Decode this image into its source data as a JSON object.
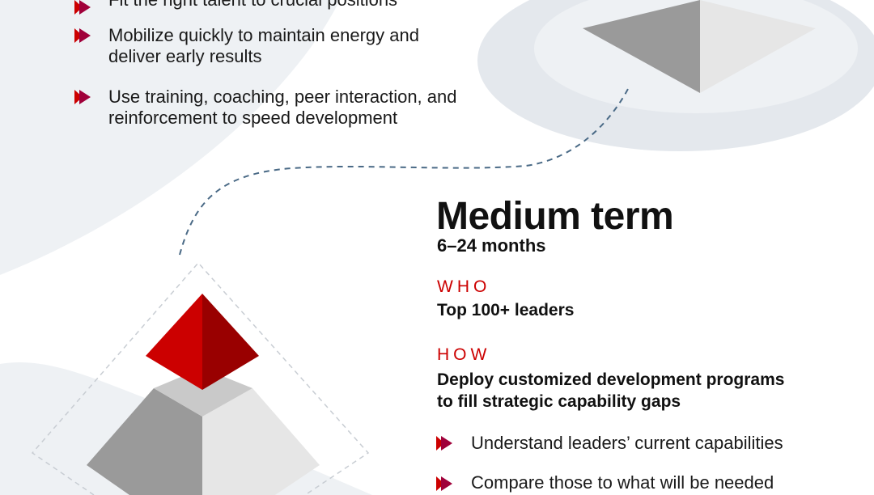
{
  "short_term_bullets": [
    "Fit the right talent to crucial positions",
    "Mobilize quickly to maintain energy and deliver early results",
    "Use training, coaching, peer interaction, and reinforcement to speed development"
  ],
  "medium_term": {
    "title": "Medium term",
    "duration": "6–24 months",
    "who_label": "WHO",
    "who": "Top 100+ leaders",
    "how_label": "HOW",
    "how": "Deploy customized development programs to fill strategic capability gaps",
    "bullets": [
      "Understand leaders’ current capabilities",
      "Compare those to what will be needed"
    ]
  },
  "colors": {
    "accent": "#cc0000",
    "dark_red": "#990000",
    "bg_gray": "#eef1f4"
  },
  "icons": [
    "double-chevron-right-icon",
    "pyramid-illustration",
    "dashed-path"
  ]
}
